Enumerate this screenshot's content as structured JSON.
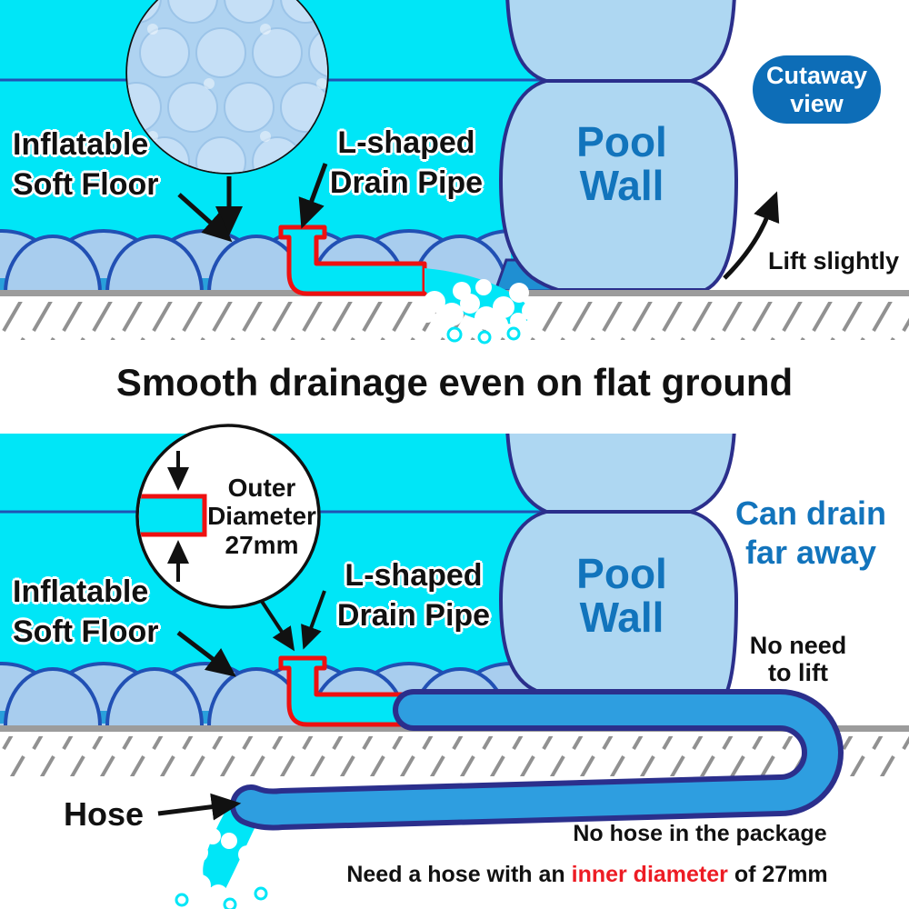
{
  "colors": {
    "water": "#00E6F7",
    "waterline": "#2053B4",
    "floorBubble": "#A8CDEE",
    "floorOutline": "#2150B4",
    "floorGap": "#29A0DB",
    "underWallGap": "#1F8FD2",
    "wallFill": "#AED7F2",
    "outlineNavy": "#2B2F8C",
    "pipeRed": "#EE1111",
    "hoseBlue": "#2E9EE0",
    "groundGray": "#9C9C9C",
    "hatchGray": "#919191",
    "badgeBlue": "#0D6DB7",
    "blueText": "#1274BC",
    "redText": "#ED1C24",
    "magBase": "#AFD3F1",
    "magBubble": "#C5DFF6"
  },
  "title": "Smooth drainage even on flat ground",
  "top_panel": {
    "soft_floor_line1": "Inflatable",
    "soft_floor_line2": "Soft Floor",
    "drain_pipe_line1": "L-shaped",
    "drain_pipe_line2": "Drain Pipe",
    "pool_wall_line1": "Pool",
    "pool_wall_line2": "Wall",
    "badge_line1": "Cutaway",
    "badge_line2": "view",
    "lift_label": "Lift slightly"
  },
  "bottom_panel": {
    "outer_diameter_line1": "Outer",
    "outer_diameter_line2": "Diameter",
    "outer_diameter_line3": "27mm",
    "soft_floor_line1": "Inflatable",
    "soft_floor_line2": "Soft Floor",
    "drain_pipe_line1": "L-shaped",
    "drain_pipe_line2": "Drain Pipe",
    "pool_wall_line1": "Pool",
    "pool_wall_line2": "Wall",
    "can_drain_line1": "Can drain",
    "can_drain_line2": "far away",
    "no_need_line1": "No need",
    "no_need_line2": "to lift",
    "hose_label": "Hose",
    "note1": "No hose in the package",
    "note2_prefix": "Need a hose with an ",
    "note2_highlight": "inner diameter",
    "note2_suffix": " of 27mm"
  }
}
